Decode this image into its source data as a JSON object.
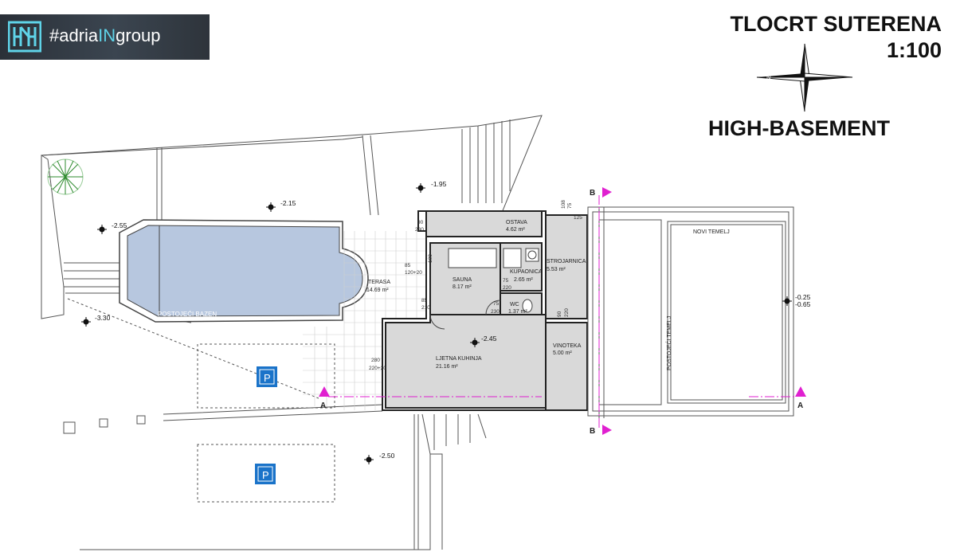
{
  "logo": {
    "prefix": "#adria",
    "accent": "IN",
    "suffix": "group",
    "accent_color": "#5fd3e8"
  },
  "title": {
    "line1": "TLOCRT SUTERENA",
    "scale": "1:100",
    "subtitle": "HIGH-BASEMENT"
  },
  "compass": {
    "north_label": "N"
  },
  "rooms": [
    {
      "name": "OSTAVA",
      "area": "4.62 m²"
    },
    {
      "name": "STROJARNICA",
      "area": "5.53 m²"
    },
    {
      "name": "SAUNA",
      "area": "8.17 m²"
    },
    {
      "name": "KUPAONICA",
      "area": "2.65 m²"
    },
    {
      "name": "WC",
      "area": "1.37 m²"
    },
    {
      "name": "TERASA",
      "area": "14.69 m²"
    },
    {
      "name": "LJETNA KUHINJA",
      "area": "21.16 m²"
    },
    {
      "name": "VINOTEKA",
      "area": "5.00 m²"
    }
  ],
  "pool_label": "POSTOJEĆI BAZEN",
  "labels": {
    "new_foundation": "NOVI TEMELJ",
    "existing_foundation": "POSTOJEĆI TEMELJ"
  },
  "levels": [
    "-2.55",
    "-2.15",
    "-1.95",
    "-3.30",
    "-2.45",
    "-2.50",
    "-0.25",
    "-0.65"
  ],
  "sections": {
    "a": "A",
    "b": "B"
  },
  "dimensions": [
    "90",
    "230",
    "85",
    "120+20",
    "85",
    "210",
    "75",
    "220",
    "75",
    "230",
    "90",
    "220",
    "280",
    "220+20",
    "100",
    "108",
    "75",
    "125"
  ],
  "parking_symbol": "P",
  "colors": {
    "pool_fill": "#b7c7df",
    "room_fill": "#d9d9d9",
    "section_marker": "#e020d0",
    "parking_blue": "#1a73c9"
  }
}
